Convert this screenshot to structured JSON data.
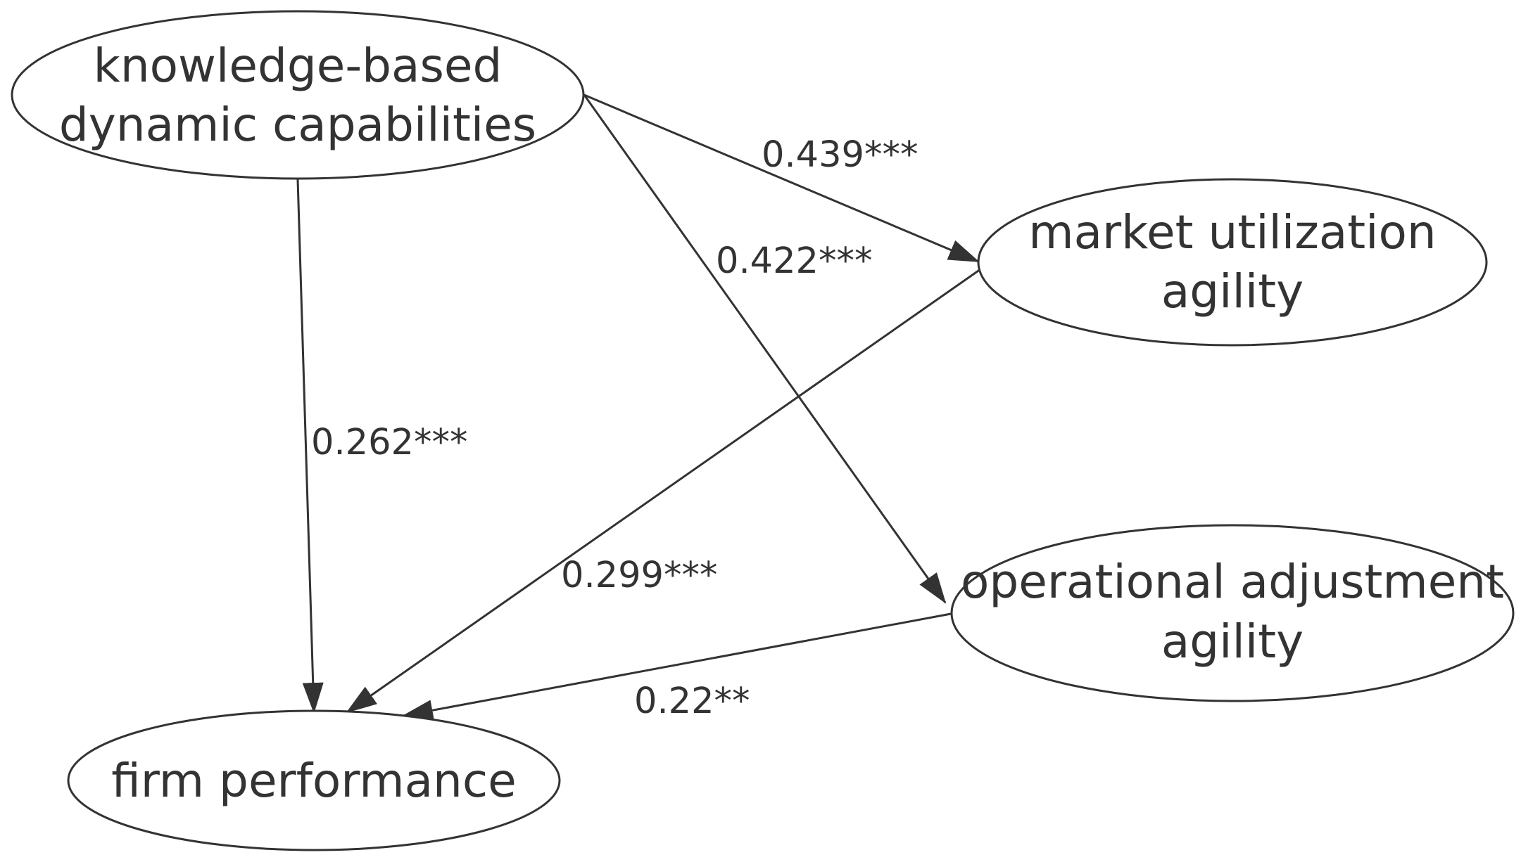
{
  "nodes": {
    "kbdc": {
      "line1": "knowledge-based",
      "line2": "dynamic capabilities"
    },
    "mua": {
      "line1": "market utilization",
      "line2": "agility"
    },
    "oaa": {
      "line1": "operational adjustment",
      "line2": "agility"
    },
    "fp": {
      "line1": "firm performance"
    }
  },
  "edges": {
    "kbdc_mua": {
      "from": "knowledge-based dynamic capabilities",
      "to": "market utilization agility",
      "label": "0.439***"
    },
    "kbdc_oaa": {
      "from": "knowledge-based dynamic capabilities",
      "to": "operational adjustment agility",
      "label": "0.422***"
    },
    "kbdc_fp": {
      "from": "knowledge-based dynamic capabilities",
      "to": "firm performance",
      "label": "0.262***"
    },
    "mua_fp": {
      "from": "market utilization agility",
      "to": "firm performance",
      "label": "0.299***"
    },
    "oaa_fp": {
      "from": "operational adjustment agility",
      "to": "firm performance",
      "label": "0.22**"
    }
  },
  "colors": {
    "stroke": "#333333",
    "text": "#333333",
    "background": "#ffffff"
  }
}
